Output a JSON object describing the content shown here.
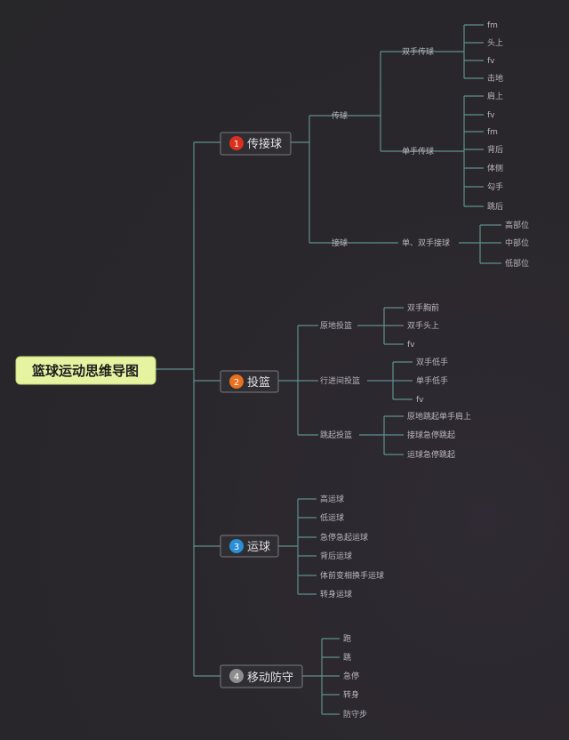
{
  "root": {
    "label": "篮球运动思维导图"
  },
  "branches": [
    {
      "num": "1",
      "color": "#d9301f",
      "label": "传接球"
    },
    {
      "num": "2",
      "color": "#e8701f",
      "label": "投篮"
    },
    {
      "num": "3",
      "color": "#2a8fd6",
      "label": "运球"
    },
    {
      "num": "4",
      "color": "#8d8d8d",
      "label": "移动防守"
    }
  ],
  "pass": {
    "label": "传球",
    "two_hand": {
      "label": "双手传球",
      "items": [
        "fm",
        "头上",
        "fv",
        "击地"
      ]
    },
    "one_hand": {
      "label": "单手传球",
      "items": [
        "肩上",
        "fv",
        "fm",
        "背后",
        "体侧",
        "勾手",
        "跳后"
      ]
    }
  },
  "catch": {
    "label": "接球",
    "sub": {
      "label": "单、双手接球",
      "items": [
        "高部位",
        "中部位",
        "低部位"
      ]
    }
  },
  "shoot": {
    "standing": {
      "label": "原地投篮",
      "items": [
        "双手胸前",
        "双手头上",
        "fv"
      ]
    },
    "moving": {
      "label": "行进间投篮",
      "items": [
        "双手低手",
        "单手低手",
        "fv"
      ]
    },
    "jump": {
      "label": "跳起投篮",
      "items": [
        "原地跳起单手肩上",
        "接球急停跳起",
        "运球急停跳起"
      ]
    }
  },
  "dribble": {
    "items": [
      "高运球",
      "低运球",
      "急停急起运球",
      "背后运球",
      "体前变相换手运球",
      "转身运球"
    ]
  },
  "defense": {
    "items": [
      "跑",
      "跳",
      "急停",
      "转身",
      "防守步"
    ]
  }
}
